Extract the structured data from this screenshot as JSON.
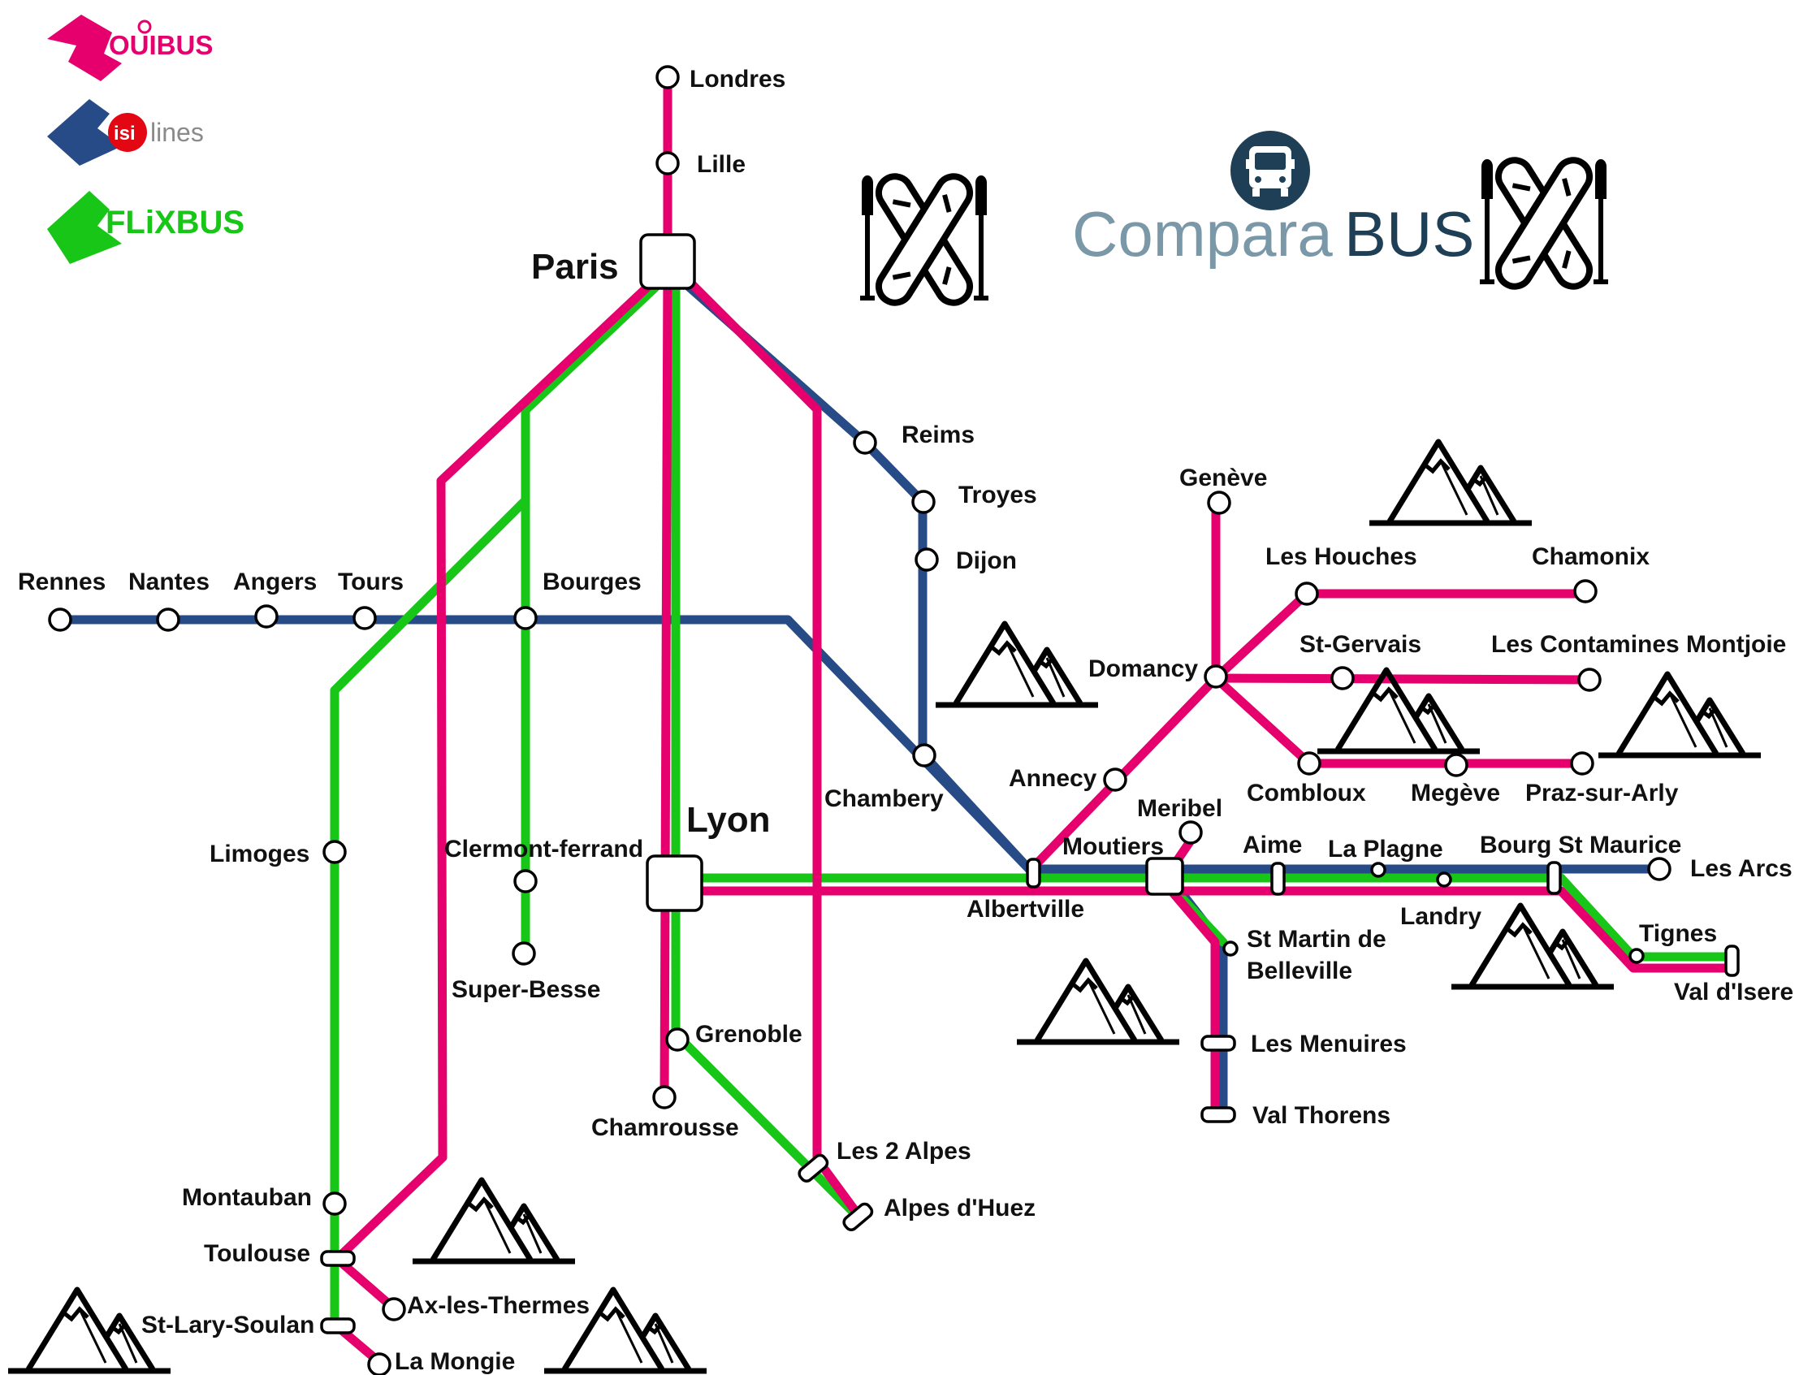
{
  "colors": {
    "ouibus": "#e5006e",
    "isilines": "#274b87",
    "isilines_badge": "#e30613",
    "flixbus": "#17c617",
    "comparabus_light": "#7a98a8",
    "comparabus_dark": "#1e3f55"
  },
  "brands": {
    "ouibus": "OUIBUS",
    "isilines_badge": "isi",
    "isilines_word": "lines",
    "flixbus": "FLiXBUS"
  },
  "header": {
    "logo_part1": "Compara",
    "logo_part2": "BUS",
    "decoration_icon": "skis-and-poles-icon",
    "logo_icon": "bus-front-icon"
  },
  "stations": [
    {
      "id": "londres",
      "name": "Londres"
    },
    {
      "id": "lille",
      "name": "Lille"
    },
    {
      "id": "paris",
      "name": "Paris"
    },
    {
      "id": "reims",
      "name": "Reims"
    },
    {
      "id": "troyes",
      "name": "Troyes"
    },
    {
      "id": "dijon",
      "name": "Dijon"
    },
    {
      "id": "rennes",
      "name": "Rennes"
    },
    {
      "id": "nantes",
      "name": "Nantes"
    },
    {
      "id": "angers",
      "name": "Angers"
    },
    {
      "id": "tours",
      "name": "Tours"
    },
    {
      "id": "bourges",
      "name": "Bourges"
    },
    {
      "id": "geneve",
      "name": "Genève"
    },
    {
      "id": "leshouches",
      "name": "Les Houches"
    },
    {
      "id": "chamonix",
      "name": "Chamonix"
    },
    {
      "id": "domancy",
      "name": "Domancy"
    },
    {
      "id": "stgervais",
      "name": "St-Gervais"
    },
    {
      "id": "contamines",
      "name": "Les Contamines Montjoie"
    },
    {
      "id": "annecy",
      "name": "Annecy"
    },
    {
      "id": "combloux",
      "name": "Combloux"
    },
    {
      "id": "megeve",
      "name": "Megève"
    },
    {
      "id": "praz",
      "name": "Praz-sur-Arly"
    },
    {
      "id": "chambery",
      "name": "Chambery"
    },
    {
      "id": "lyon",
      "name": "Lyon"
    },
    {
      "id": "clermont",
      "name": "Clermont-ferrand"
    },
    {
      "id": "limoges",
      "name": "Limoges"
    },
    {
      "id": "superbesse",
      "name": "Super-Besse"
    },
    {
      "id": "meribel",
      "name": "Meribel"
    },
    {
      "id": "moutiers",
      "name": "Moutiers"
    },
    {
      "id": "aime",
      "name": "Aime"
    },
    {
      "id": "laplagne",
      "name": "La Plagne"
    },
    {
      "id": "bourgstmaurice",
      "name": "Bourg St Maurice"
    },
    {
      "id": "lesarcs",
      "name": "Les Arcs"
    },
    {
      "id": "albertville",
      "name": "Albertville"
    },
    {
      "id": "landry",
      "name": "Landry"
    },
    {
      "id": "tignes",
      "name": "Tignes"
    },
    {
      "id": "valdisere",
      "name": "Val d'Isere"
    },
    {
      "id": "stmartin",
      "name": "St Martin de\nBelleville"
    },
    {
      "id": "lesmenuires",
      "name": "Les Menuires"
    },
    {
      "id": "valthorens",
      "name": "Val Thorens"
    },
    {
      "id": "grenoble",
      "name": "Grenoble"
    },
    {
      "id": "chamrousse",
      "name": "Chamrousse"
    },
    {
      "id": "les2alpes",
      "name": "Les 2 Alpes"
    },
    {
      "id": "alpesdhuez",
      "name": "Alpes d'Huez"
    },
    {
      "id": "montauban",
      "name": "Montauban"
    },
    {
      "id": "toulouse",
      "name": "Toulouse"
    },
    {
      "id": "axlesthermes",
      "name": "Ax-les-Thermes"
    },
    {
      "id": "stlary",
      "name": "St-Lary-Soulan"
    },
    {
      "id": "lamongie",
      "name": "La Mongie"
    }
  ],
  "mountain_icon": "mountain-icon"
}
